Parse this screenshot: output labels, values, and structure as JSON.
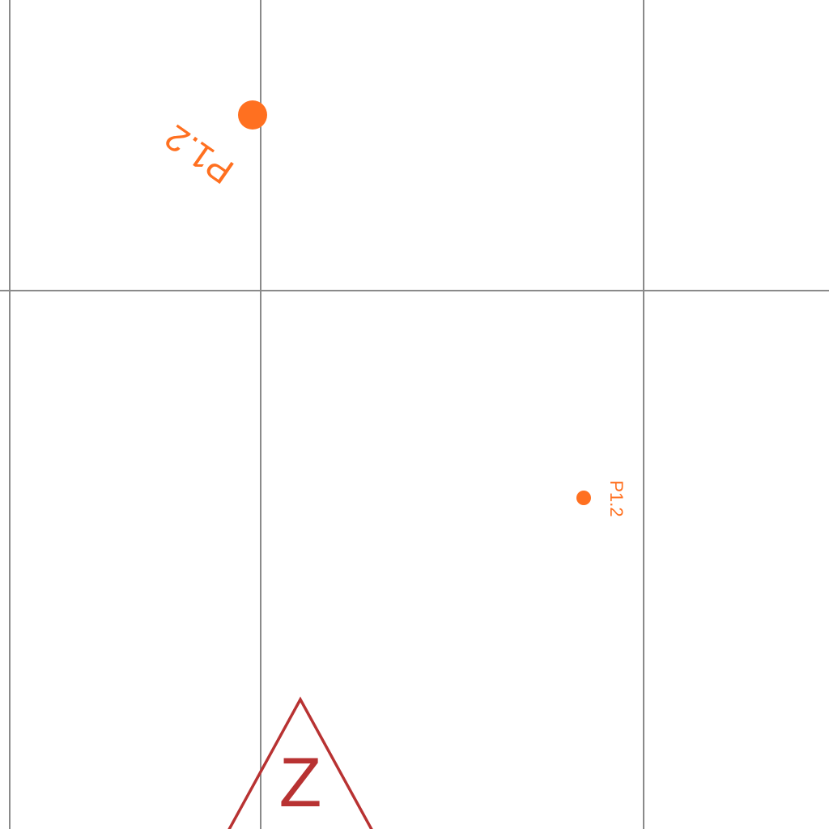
{
  "map": {
    "background_color": "#ffffff",
    "grid_color": "#8a8a8a",
    "markers": [
      {
        "label": "P1.2",
        "color": "#ff7020",
        "icon": "point-marker-icon"
      },
      {
        "label": "P1.2",
        "color": "#ff7020",
        "icon": "point-marker-icon"
      }
    ],
    "north_arrow": {
      "letter": "Z",
      "color": "#b83232",
      "icon": "north-arrow-icon"
    }
  }
}
